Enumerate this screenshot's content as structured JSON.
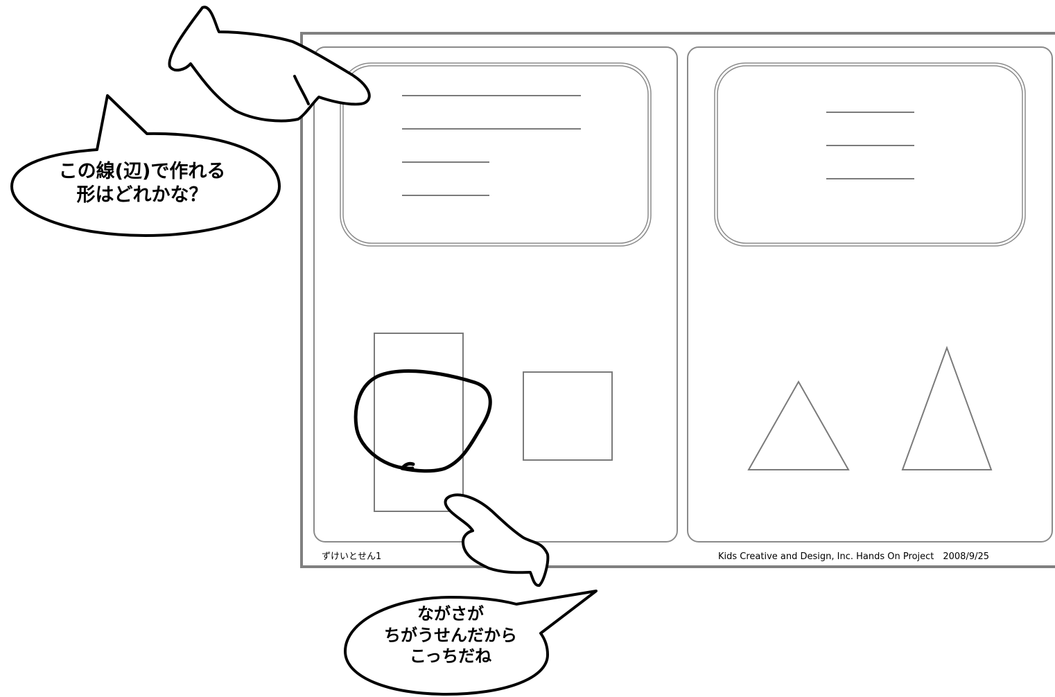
{
  "worksheet": {
    "footer_left": "ずけいとせん1",
    "footer_right": "Kids Creative and Design, Inc. Hands On Project　2008/9/25",
    "left_panel": {
      "line_segments": [
        "long",
        "long",
        "short",
        "short"
      ],
      "shapes": [
        "rectangle",
        "square"
      ],
      "circled_shape": "rectangle"
    },
    "right_panel": {
      "line_segments": [
        "equal",
        "equal",
        "equal"
      ],
      "shapes": [
        "equilateral-triangle",
        "isosceles-triangle"
      ]
    }
  },
  "annotations": {
    "bubble_top": {
      "lines": [
        "この線(辺)で作れる",
        "形はどれかな？"
      ]
    },
    "bubble_bottom": {
      "lines": [
        "ながさが",
        "ちがうせんだから",
        "こっちだね"
      ]
    },
    "pointers": [
      "pointing-hand-icon",
      "pointing-hand-icon"
    ]
  },
  "colors": {
    "frame": "#808080",
    "shape_stroke": "#7a7a7a",
    "ink": "#000000"
  }
}
